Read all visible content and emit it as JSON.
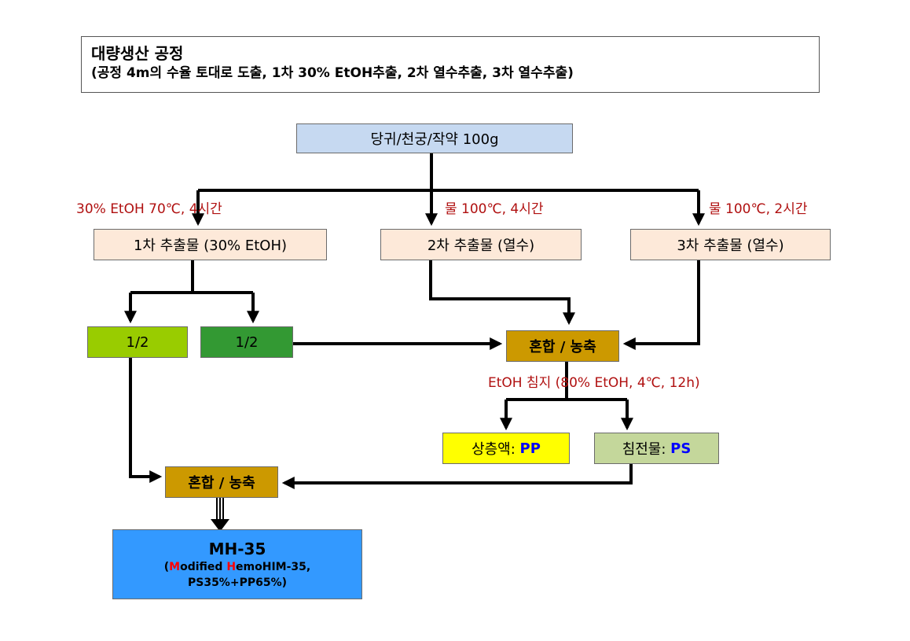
{
  "title": {
    "main": "대량생산 공정",
    "sub": "(공정 4m의 수율 토대로 도출, 1차 30% EtOH추출, 2차 열수추출, 3차 열수추출)"
  },
  "nodes": {
    "source": "당귀/천궁/작약 100g",
    "extract1": "1차 추출물 (30% EtOH)",
    "extract2": "2차 추출물 (열수)",
    "extract3": "3차 추출물 (열수)",
    "half_a": "1/2",
    "half_b": "1/2",
    "mix1": "혼합 / 농축",
    "supernatant_label": "상층액: ",
    "supernatant_code": "PP",
    "precipitate_label": "침전물: ",
    "precipitate_code": "PS",
    "mix2": "혼합 / 농축",
    "final_name": "MH-35",
    "final_m": "M",
    "final_odified": "odified ",
    "final_h": "H",
    "final_rest": "emoHIM-35,",
    "final_ratio": "PS35%+PP65%)",
    "final_paren": "("
  },
  "conditions": {
    "c1": "30% EtOH 70℃, 4시간",
    "c2": "물 100℃, 4시간",
    "c3": "물 100℃, 2시간",
    "c4": "EtOH 침지 (80% EtOH, 4℃, 12h)"
  },
  "colors": {
    "source": "#c6d9f1",
    "extract": "#fde9d9",
    "half_a": "#99cc00",
    "half_b": "#339933",
    "mix": "#cc9900",
    "supernatant": "#ffff00",
    "precipitate": "#c4d79b",
    "final": "#3399ff",
    "condition_text": "#b01010",
    "code_text": "#0000ff",
    "highlight_letter": "#ff0000"
  }
}
